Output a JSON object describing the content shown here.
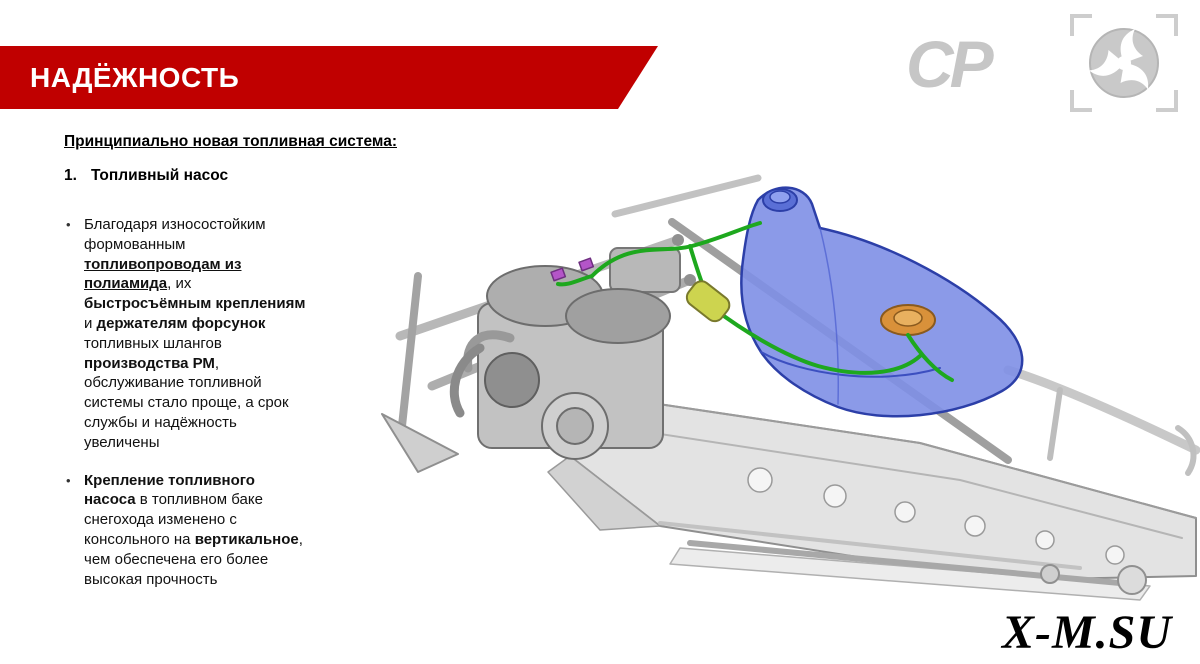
{
  "header": {
    "title": "НАДЁЖНОСТЬ",
    "banner_color": "#c00000"
  },
  "logos": {
    "letters": "СР",
    "letters_color": "#c6c6c6",
    "emblem_color": "#c9c9c9"
  },
  "content": {
    "heading": "Принципиально новая топливная система:",
    "list": {
      "number": "1.",
      "label": "Топливный насос"
    },
    "bullets": [
      {
        "segments": [
          {
            "t": "Благодаря износостойким формованным ",
            "b": false
          },
          {
            "t": "топливопроводам из полиамида",
            "b": true,
            "u": true
          },
          {
            "t": ", их ",
            "b": false
          },
          {
            "t": "быстросъёмным креплениям",
            "b": true
          },
          {
            "t": " и ",
            "b": false
          },
          {
            "t": "держателям форсунок",
            "b": true
          },
          {
            "t": " топливных шлангов ",
            "b": false
          },
          {
            "t": "производства РМ",
            "b": true
          },
          {
            "t": ", обслуживание топливной системы стало проще, а срок службы и надёжность увеличены",
            "b": false
          }
        ]
      },
      {
        "segments": [
          {
            "t": "Крепление топливного насоса",
            "b": true
          },
          {
            "t": " в топливном баке снегохода изменено с консольного на ",
            "b": false
          },
          {
            "t": "вертикальное",
            "b": true
          },
          {
            "t": ", чем обеспечена его более высокая прочность",
            "b": false
          }
        ]
      }
    ]
  },
  "illustration": {
    "label": "snowmobile-fuel-system-cad-view",
    "chassis_color": "#e3e3e3",
    "tank_color": "#7e8fe6",
    "fuel_line_color": "#1ea81e",
    "pump_flange_color": "#d9913a",
    "filter_color": "#cdd44f",
    "clamp_color": "#b455c8"
  },
  "watermark": "X-M.SU"
}
